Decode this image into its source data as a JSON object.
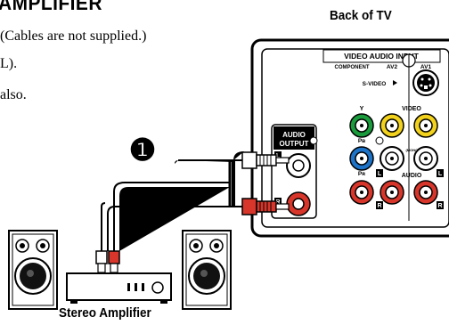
{
  "document": {
    "heading": "AMPLIFIER",
    "lines": [
      "(Cables are not supplied.)",
      "L).",
      "also."
    ]
  },
  "captions": {
    "tv": "Back of TV",
    "amplifier": "Stereo Amplifier"
  },
  "step_number": "❶",
  "panel": {
    "header": "VIDEO AUDIO INPUT",
    "component": "COMPONENT",
    "av2": "AV2",
    "av1": "AV1",
    "svideo": "S-VIDEO",
    "video": "VIDEO",
    "audio": "AUDIO",
    "y": "Y",
    "pb": "Pʙ",
    "pr": "Pʀ",
    "mono": "(MONO)",
    "audio_output_1": "AUDIO",
    "audio_output_2": "OUTPUT",
    "l": "L",
    "r": "R"
  }
}
